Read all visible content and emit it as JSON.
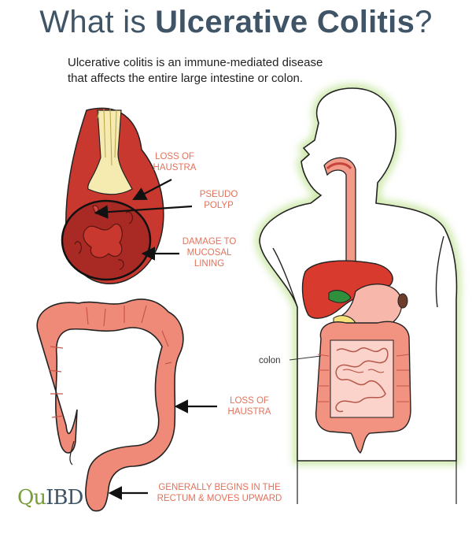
{
  "title": {
    "prefix": "What is ",
    "emphasis": "Ulcerative Colitis",
    "suffix": "?"
  },
  "intro": "Ulcerative colitis is an immune-mediated disease that affects the entire large intestine or colon.",
  "labels": {
    "haustra_top": [
      "LOSS OF",
      "HAUSTRA"
    ],
    "pseudo_polyp": [
      "PSEUDO",
      "POLYP"
    ],
    "mucosal": [
      "DAMAGE TO",
      "MUCOSAL",
      "LINING"
    ],
    "haustra_colon": [
      "LOSS OF",
      "HAUSTRA"
    ],
    "rectum": [
      "GENERALLY BEGINS IN THE",
      "RECTUM & MOVES UPWARD"
    ],
    "colon": "colon"
  },
  "logo": {
    "q": "Qu",
    "rest": "IBD"
  },
  "colors": {
    "title": "#3f5466",
    "label": "#e2725b",
    "colon_pink": "#f08a78",
    "liver": "#d93a2e",
    "glow": "#c8e6a0"
  }
}
